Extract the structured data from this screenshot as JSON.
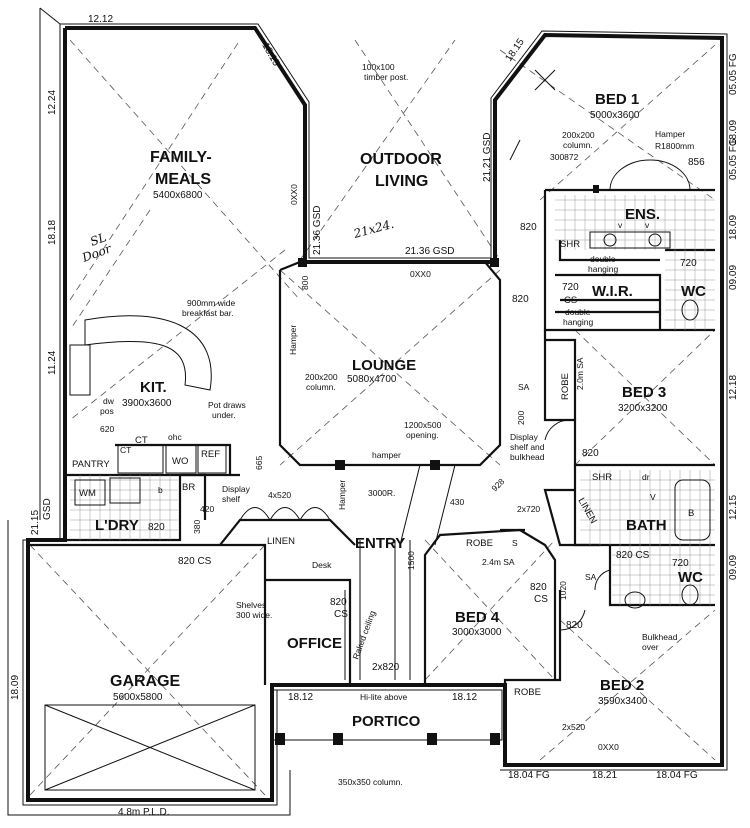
{
  "rooms": {
    "family": {
      "name1": "FAMILY-",
      "name2": "MEALS",
      "size": "5400x6800"
    },
    "outdoor": {
      "name1": "OUTDOOR",
      "name2": "LIVING"
    },
    "bed1": {
      "name": "BED 1",
      "size": "5000x3600"
    },
    "lounge": {
      "name": "LOUNGE",
      "size": "5080x4700"
    },
    "bed3": {
      "name": "BED 3",
      "size": "3200x3200"
    },
    "kit": {
      "name": "KIT.",
      "size": "3900x3600"
    },
    "garage": {
      "name": "GARAGE",
      "size": "5600x5800"
    },
    "entry": {
      "name": "ENTRY"
    },
    "office": {
      "name": "OFFICE"
    },
    "bed4": {
      "name": "BED 4",
      "size": "3000x3000"
    },
    "bed2": {
      "name": "BED 2",
      "size": "3590x3400"
    },
    "portico": {
      "name": "PORTICO"
    },
    "ldry": {
      "name": "L'DRY"
    },
    "wir": {
      "name": "W.I.R."
    },
    "ens": {
      "name": "ENS."
    },
    "bath": {
      "name": "BATH"
    },
    "wc1": {
      "name": "WC"
    },
    "wc2": {
      "name": "WC"
    },
    "pantry": {
      "name": "PANTRY"
    },
    "linen1": {
      "name": "LINEN"
    },
    "linen2": {
      "name": "LINEN"
    },
    "robe1": {
      "name": "ROBE"
    },
    "robe2": {
      "name": "ROBE"
    },
    "robe3": {
      "name": "ROBE"
    }
  },
  "fixtures": {
    "shr1": "SHR",
    "shr2": "SHR",
    "dw": "dw",
    "pos": "pos",
    "wm": "WM",
    "ct": "CT",
    "ohc": "ohc",
    "wo": "WO",
    "ref": "REF",
    "br": "BR",
    "b_bath": "B",
    "b_ldry": "b",
    "dr": "dr",
    "s_robe": "S",
    "v1": "v",
    "v2": "v",
    "v3": "V",
    "cs_wir": "CS",
    "ct_pantry": "CT"
  },
  "annotations": {
    "post": "100x100",
    "post2": "timber post.",
    "column_200": "200x200",
    "column_200b": "column.",
    "code_300872": "300872",
    "hamper1": "Hamper",
    "hamper_r": "R1800mm",
    "double_hanging1a": "double",
    "double_hanging1b": "hanging",
    "double_hanging2a": "double",
    "double_hanging2b": "hanging",
    "breakfast1": "900mm wide",
    "breakfast2": "breakfast bar.",
    "hamper_lounge": "Hamper",
    "column_lounge1": "200x200",
    "column_lounge2": "column.",
    "opening1": "1200x500",
    "opening2": "opening.",
    "hamper_bottom": "hamper",
    "hamper_entry": "Hamper",
    "pot1": "Pot draws",
    "pot2": "under.",
    "display1": "Display",
    "display2": "shelf",
    "display_b1": "Display",
    "display_b2": "shelf and",
    "display_b3": "bulkhead",
    "shelves1": "Shelves",
    "shelves2": "300 wide.",
    "desk": "Desk",
    "raked": "Raked ceiling",
    "hilite": "Hi-lite above",
    "column_350": "350x350 column.",
    "bulkhead1": "Bulkhead",
    "bulkhead2": "over",
    "pld": "4.8m P.L.D.",
    "sa": "SA",
    "sa2": "SA",
    "sa_robe": "2.0m SA",
    "sa_bed4": "2.4m SA",
    "r3000": "3000R."
  },
  "dimensions": {
    "d1212": "12.12",
    "d1815a": "18.15",
    "d1815b": "18.15",
    "d1224": "12.24",
    "d1818": "18.18",
    "d1124": "11.24",
    "d2115": "21.15 GSD",
    "d2121": "21.21 GSD",
    "d2136a": "21.36 GSD",
    "d2136b": "21.36 GSD",
    "d0505a": "05.05 FG",
    "d0505b": "05.05 FG",
    "d856": "856",
    "d1809a": "18.09",
    "d0909a": "09.09",
    "d1218": "12.18",
    "d1215": "12.15",
    "d0909b": "09.09",
    "d1809b": "18.09",
    "d1812a": "18.12",
    "d1812b": "18.12",
    "d1804a": "18.04 FG",
    "d1821": "18.21",
    "d1804b": "18.04 FG",
    "d0xx0a": "0XX0",
    "d0xx0b": "0XX0",
    "d0xx0c": "0XX0",
    "d800": "800",
    "d820a": "820",
    "d720a": "720",
    "d720b": "720",
    "d720c": "720",
    "d620": "620",
    "d665": "665",
    "d4x520": "4x520",
    "d420": "420",
    "d380": "380",
    "d820cs1": "820 CS",
    "d820cs2": "820",
    "d820cs2b": "CS",
    "d820cs3": "820",
    "d820cs3b": "CS",
    "d820cs4": "820 CS",
    "d820b": "820",
    "d820c": "820",
    "d820d": "820",
    "d820e": "820",
    "d2x820": "2x820",
    "d2x720": "2x720",
    "d2x520": "2x520",
    "d928": "928",
    "d430": "430",
    "d1500": "1500",
    "d1020": "1020",
    "d200": "200",
    "d2115b": "21.15",
    "dgsd": "GSD",
    "d1809c": "18.09"
  },
  "handwritten": {
    "door1": "SL",
    "door2": "Door",
    "note": "21x24."
  }
}
